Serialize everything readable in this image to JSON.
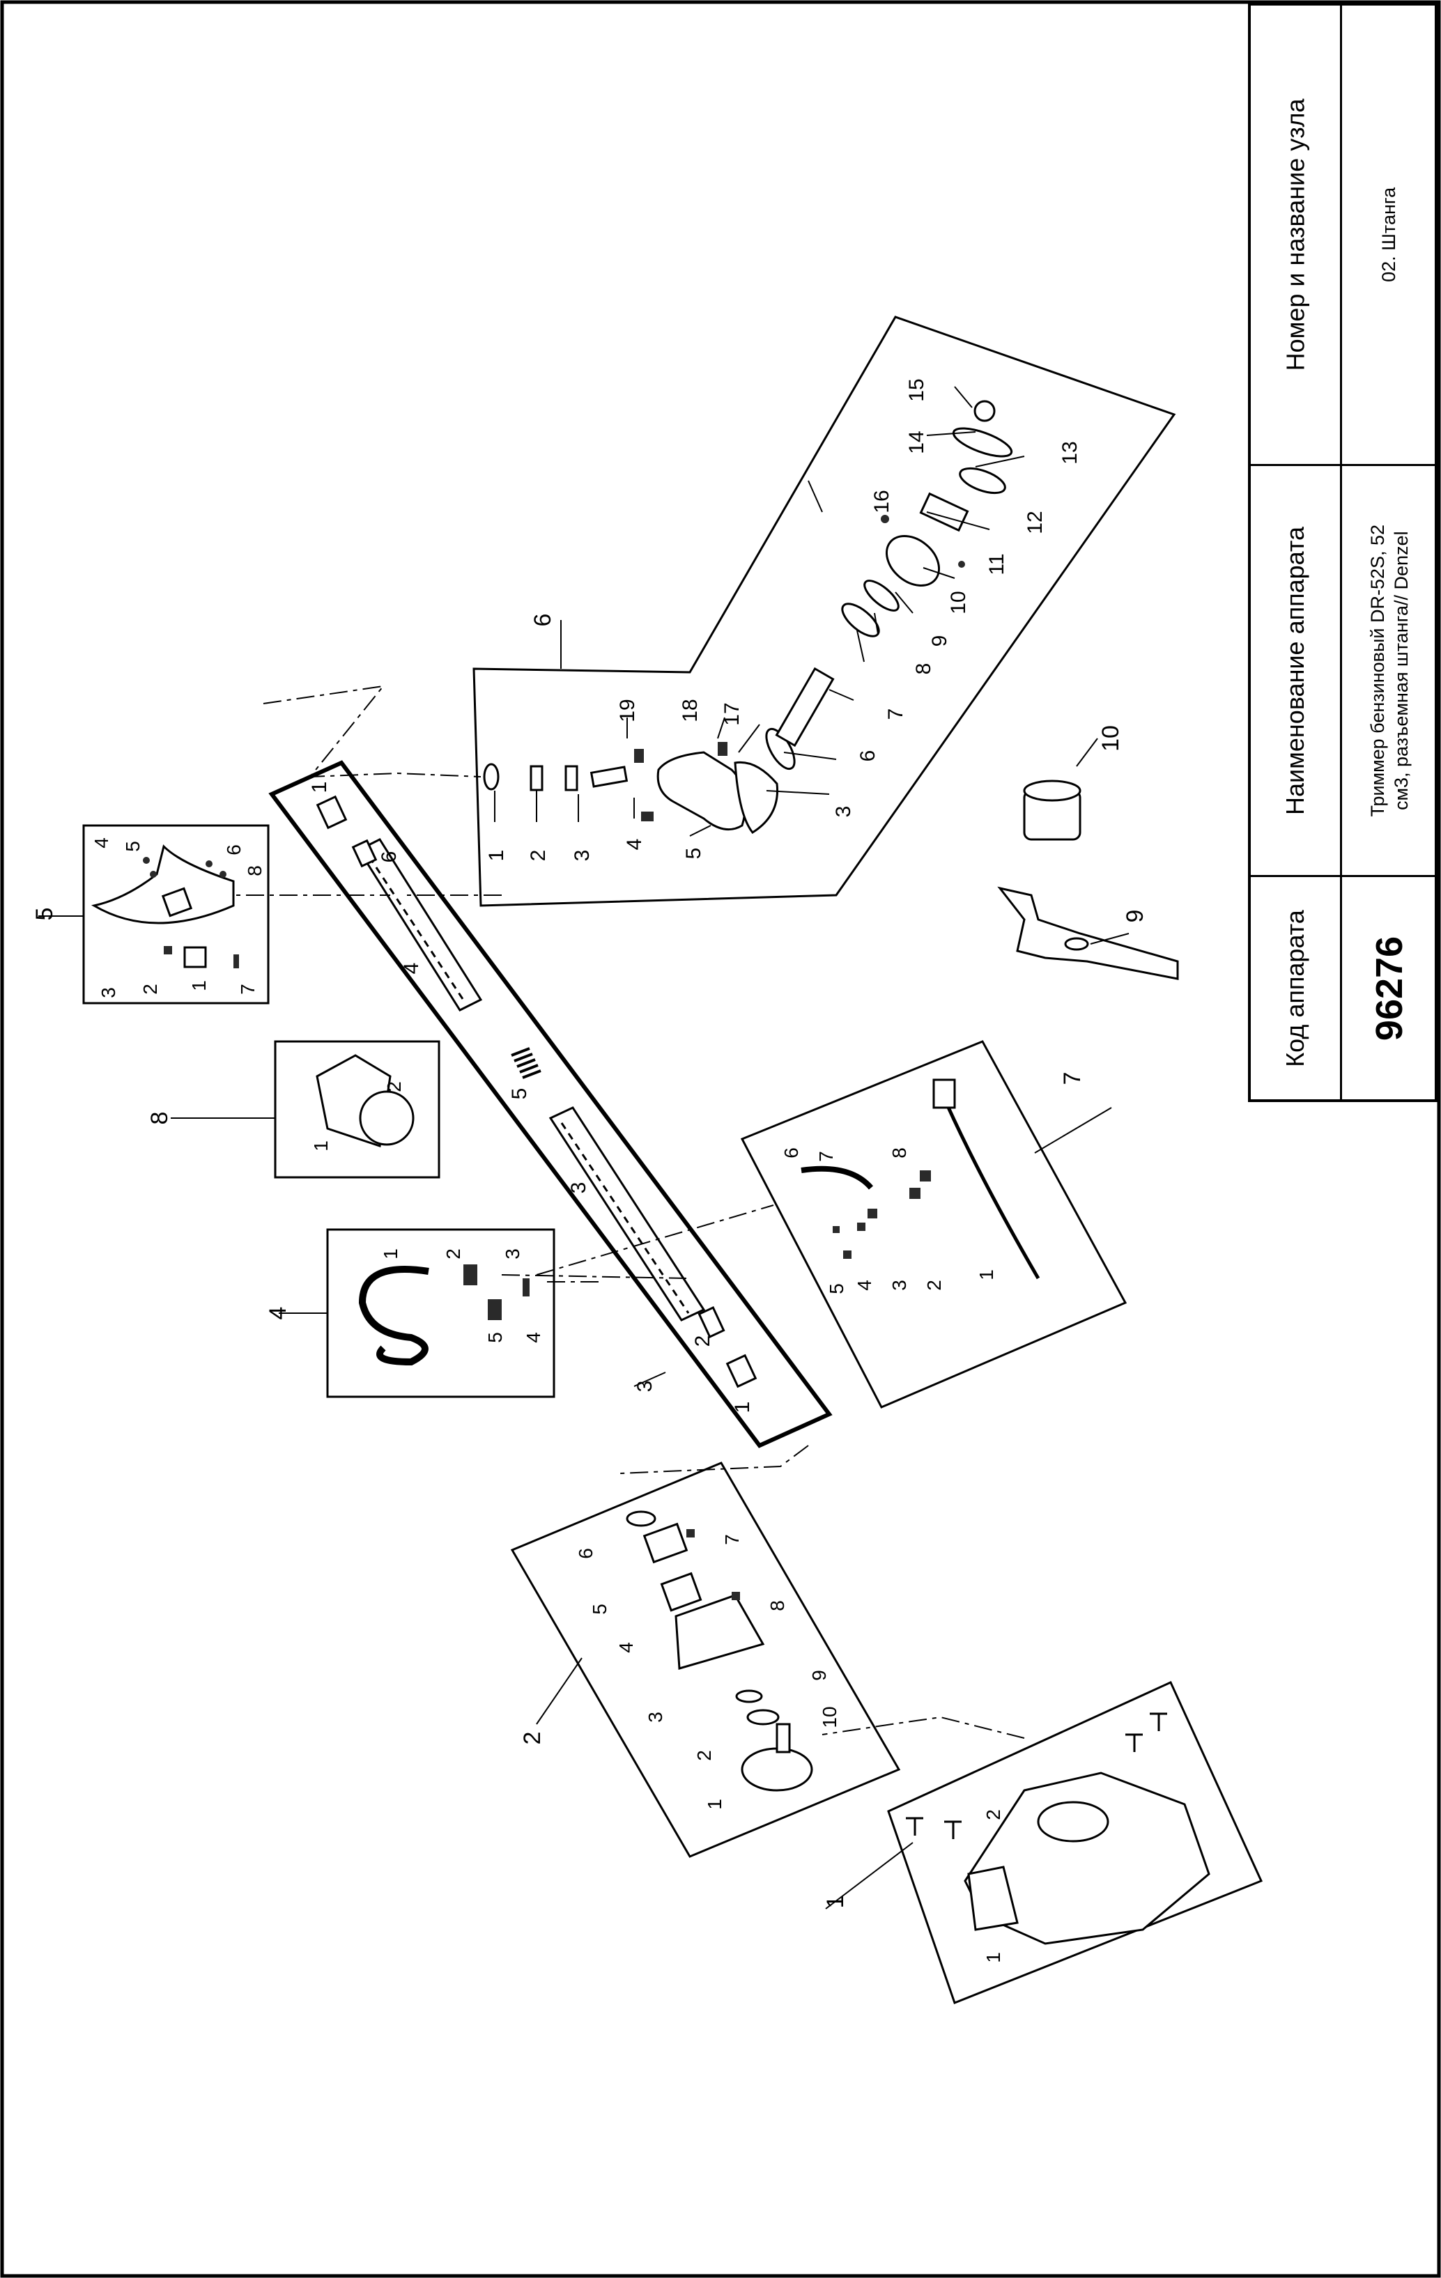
{
  "title_block": {
    "code_header": "Код аппарата",
    "code_value": "96276",
    "name_header": "Наименование аппарата",
    "name_line1": "Триммер бензиновый DR-52S, 52",
    "name_line2": "см3, разъемная штанга// Denzel",
    "assembly_header": "Номер и название узла",
    "assembly_value": "02. Штанга"
  },
  "callouts": {
    "g1": "1",
    "g2": "2",
    "g3": "3",
    "g4": "4",
    "g5": "5",
    "g6": "6",
    "g7": "7",
    "g8": "8",
    "g9": "9",
    "g10": "10"
  },
  "colors": {
    "ink": "#000000",
    "paper": "#ffffff",
    "shade": "#2a2a2a"
  }
}
